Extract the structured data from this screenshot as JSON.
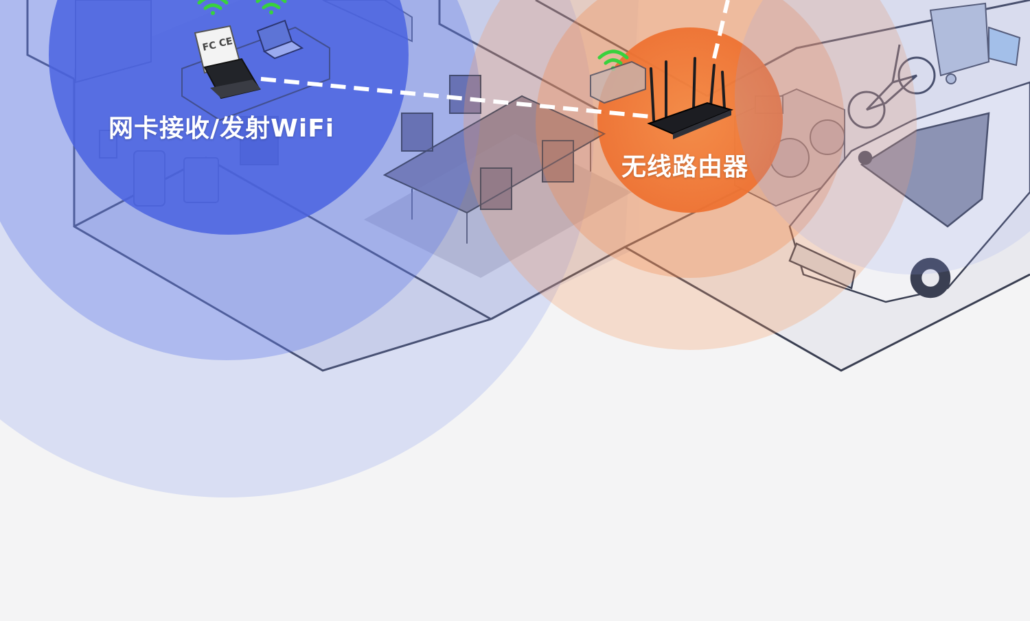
{
  "labels": {
    "adapter": "网卡接收/发射WiFi",
    "router": "无线路由器"
  },
  "usb_adapter": {
    "logos": [
      "FC",
      "CE"
    ]
  },
  "colors": {
    "page_background": "#f4f4f5",
    "adapter_signal": "#4a63e0",
    "router_signal": "#f07a3a",
    "wifi_icon": "#39d13d",
    "link_line": "#ffffff",
    "floor_lines": "#3a3f52"
  },
  "icons": {
    "adapter": "usb-wifi-adapter-icon",
    "router": "wireless-router-icon",
    "wifi": "wifi-signal-icon"
  }
}
